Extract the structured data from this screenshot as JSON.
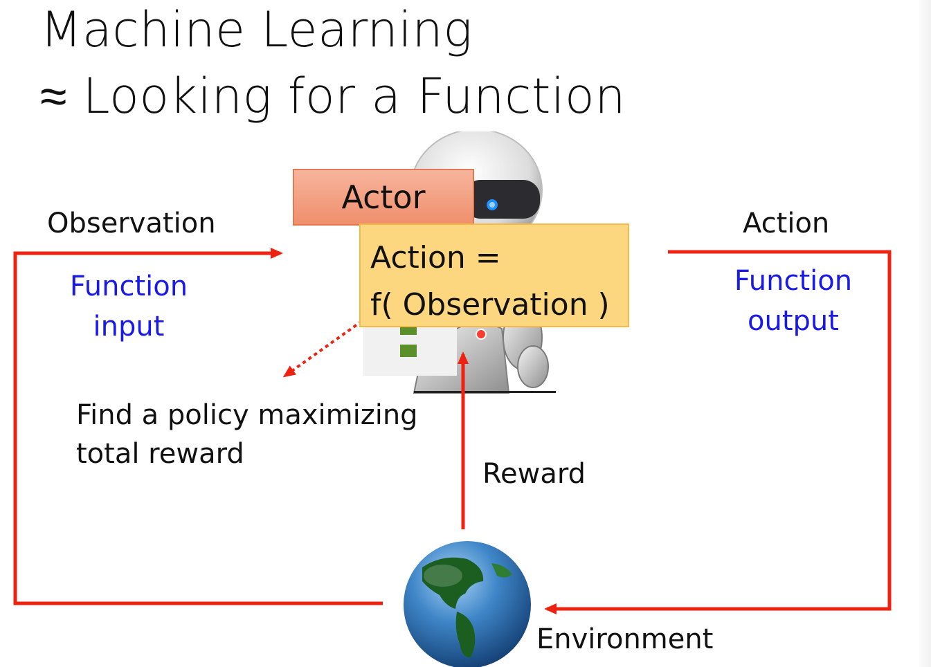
{
  "title": {
    "line1": "Machine Learning",
    "line2": "≈ Looking for a Function"
  },
  "actor": {
    "label": "Actor"
  },
  "function_box": {
    "line1": "Action =",
    "line2": "f( Observation )"
  },
  "labels": {
    "observation": "Observation",
    "function_input_line1": "Function",
    "function_input_line2": "input",
    "action": "Action",
    "function_output_line1": "Function",
    "function_output_line2": "output",
    "policy_line1": "Find a policy maximizing",
    "policy_line2": "total reward",
    "reward": "Reward",
    "environment": "Environment"
  },
  "colors": {
    "arrow": "#ee2211",
    "blue_text": "#1a1ae6",
    "actor_fill": "#f4a486",
    "function_fill": "#fdd780"
  }
}
